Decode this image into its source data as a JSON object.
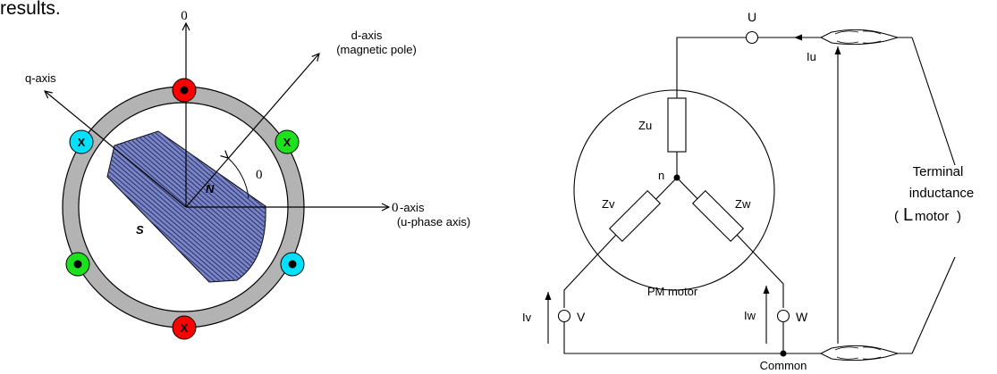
{
  "top_left_fragment": "results.",
  "left_diagram": {
    "theta_top": "0",
    "d_axis": "d-axis",
    "d_axis_sub": "(magnetic pole)",
    "q_axis": "q-axis",
    "theta_angle": "0",
    "theta_axis": "0",
    "theta_axis_suffix": "-axis",
    "u_phase_axis": "(u-phase axis)",
    "pole_n": "N",
    "pole_s": "S",
    "coil_marker": "X",
    "colors": {
      "stator": "#b3b3b3",
      "rotor_fill": "#7b86c4",
      "rotor_stripes": "#353c7c",
      "coil_u": "#ff0000",
      "coil_v": "#00e1ff",
      "coil_w": "#1ee11e"
    }
  },
  "right_diagram": {
    "terminal_u": "U",
    "terminal_v": "V",
    "terminal_w": "W",
    "current_u": "Iu",
    "current_v": "Iv",
    "current_w": "Iw",
    "impedance_u": "Zu",
    "impedance_v": "Zv",
    "impedance_w": "Zw",
    "neutral": "n",
    "motor_label": "PM motor",
    "common": "Common",
    "terminal_inductance_line1": "Terminal",
    "terminal_inductance_line2": "inductance",
    "paren_open": "(",
    "l_symbol": "L",
    "l_subscript": "motor",
    "paren_close": ")"
  }
}
